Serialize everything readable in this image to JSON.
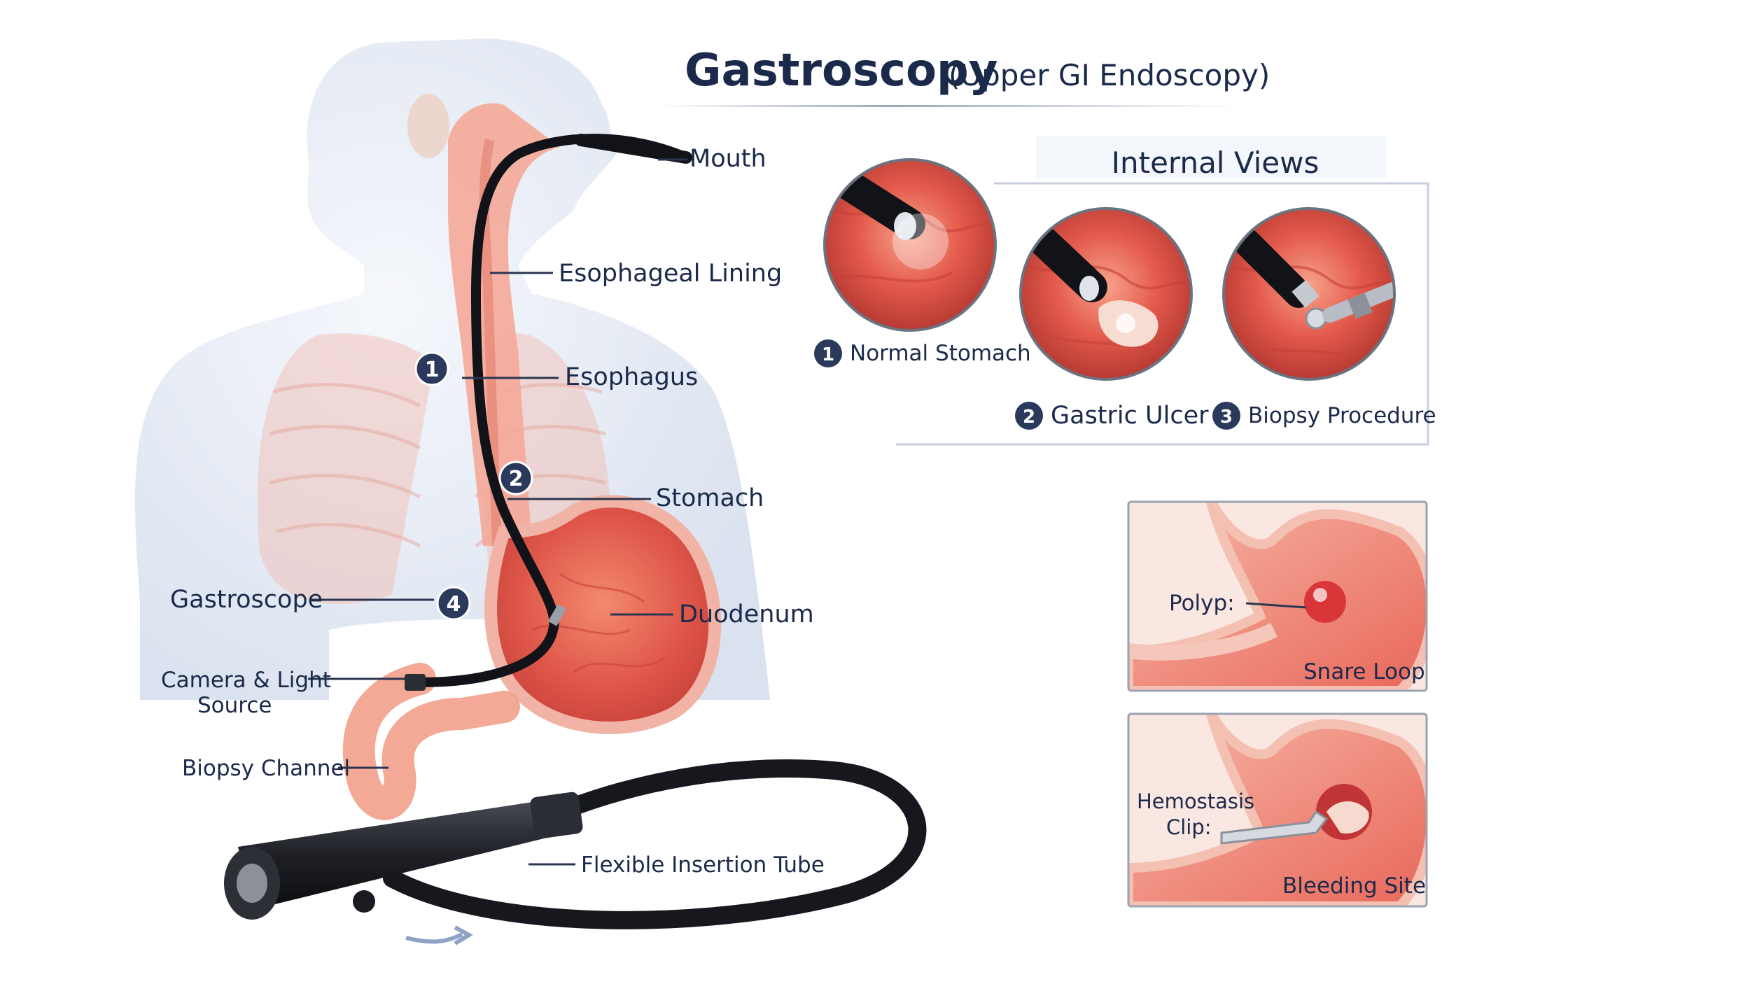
{
  "title": {
    "main": "Gastroscopy",
    "sub": "(Upper GI Endoscopy)"
  },
  "anatomy_labels": {
    "mouth": "Mouth",
    "esophageal_lining": "Esophageal Lining",
    "esophagus": "Esophagus",
    "stomach": "Stomach",
    "duodenum": "Duodenum",
    "gastroscope": "Gastroscope",
    "camera_light_1": "Camera & Light",
    "camera_light_2": "Source",
    "biopsy_channel": "Biopsy Channel",
    "flexible_tube": "Flexible Insertion Tube"
  },
  "markers": [
    "1",
    "2",
    "4"
  ],
  "internal_views": {
    "heading": "Internal Views",
    "items": [
      {
        "num": "1",
        "label": "Normal Stomach"
      },
      {
        "num": "2",
        "label": "Gastric Ulcer"
      },
      {
        "num": "3",
        "label": "Biopsy Procedure"
      }
    ]
  },
  "panels": {
    "polyp_label": "Polyp:",
    "snare_loop": "Snare Loop",
    "hemostasis_1": "Hemostasis",
    "hemostasis_2": "Clip:",
    "bleeding_site": "Bleeding Site"
  },
  "colors": {
    "navy": "#1b2a4a",
    "badge": "#2b3a5c",
    "tissue": "#e0584a",
    "tissue_light": "#f3a394",
    "body": "#dfe6f2"
  }
}
